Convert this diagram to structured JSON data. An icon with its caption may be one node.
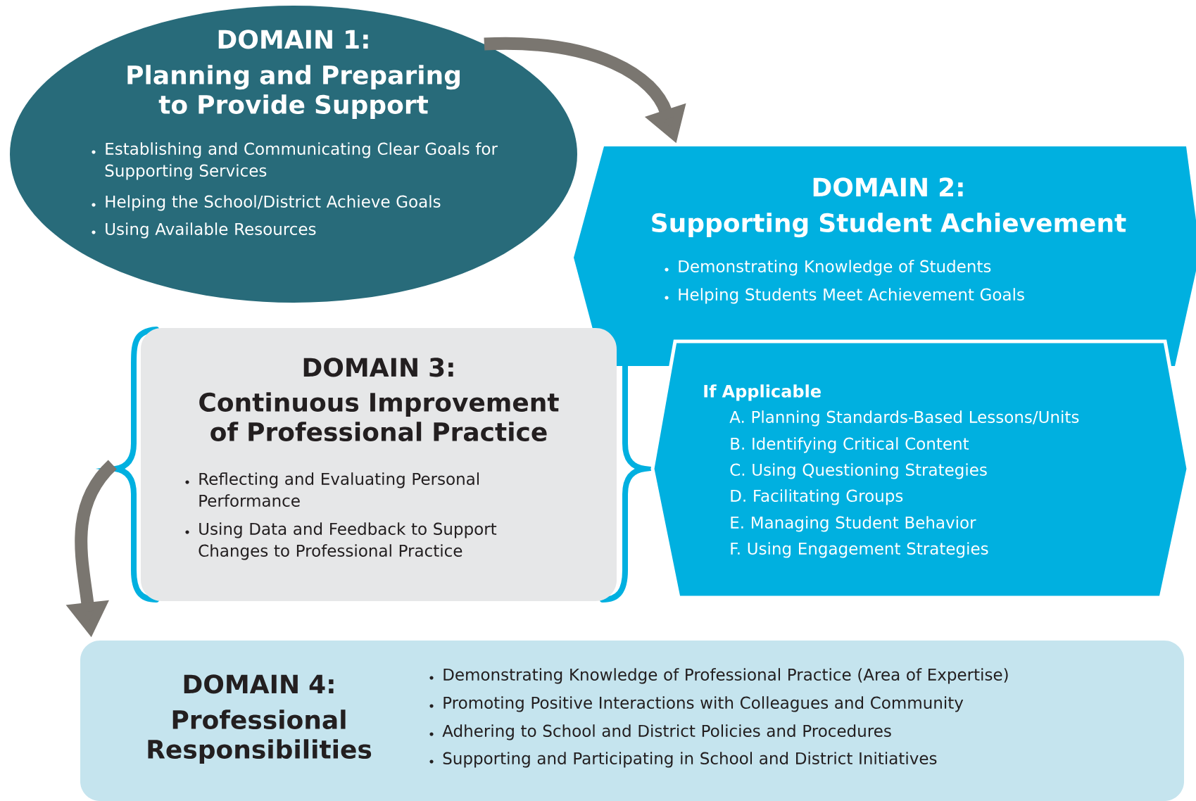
{
  "diagram": {
    "nodes": [
      {
        "text": [
          "DOMAIN 1:",
          "Planning and Preparing to Provide Support",
          "Establishing and Communicating Clear Goals for Supporting Services",
          "Helping the School/District Achieve Goals",
          "Using Available Resources"
        ]
      },
      {
        "text": [
          "DOMAIN 2:",
          "Supporting Student Achievement",
          "Demonstrating Knowledge of Students",
          "Helping Students Meet Achievement Goals"
        ]
      },
      {
        "text": [
          "If Applicable",
          "A. Planning Standards-Based Lessons/Units",
          "B. Identifying Critical Content",
          "C. Using Questioning Strategies",
          "D. Facilitating Groups",
          "E. Managing Student Behavior",
          "F. Using Engagement Strategies"
        ]
      },
      {
        "text": [
          "DOMAIN 3:",
          "Continuous Improvement of Professional Practice",
          "Reflecting and Evaluating Personal Performance",
          "Using Data and Feedback to Support Changes to Professional Practice"
        ]
      },
      {
        "text": [
          "DOMAIN 4:",
          "Professional Responsibilities",
          "Demonstrating Knowledge of Professional Practice (Area of Expertise)",
          "Promoting Positive Interactions with Colleagues and Community",
          "Adhering to School and District Policies and Procedures",
          "Supporting and Participating in School and District Initiatives"
        ]
      }
    ],
    "edges": [
      {
        "from": 0,
        "to": 1,
        "arrow": "to"
      },
      {
        "from": 3,
        "to": 4,
        "arrow": "to"
      }
    ]
  }
}
